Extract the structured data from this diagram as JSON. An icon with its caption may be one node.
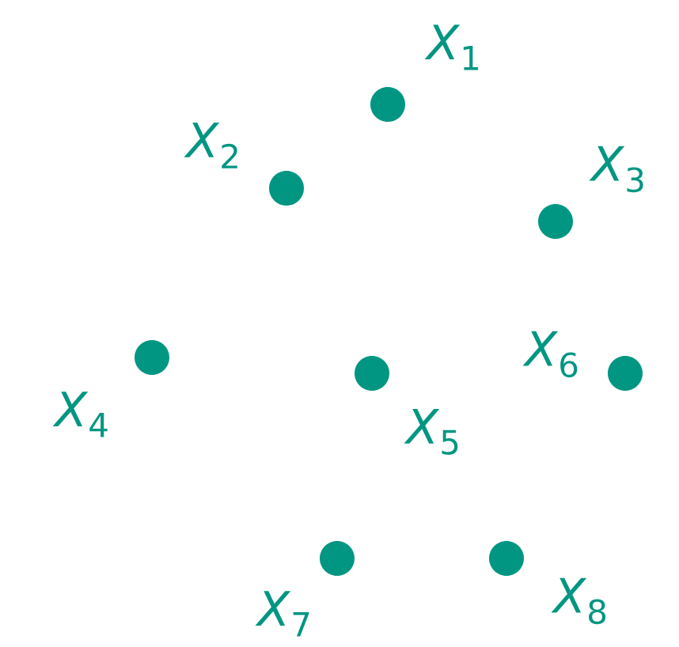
{
  "diagram": {
    "nodes": [
      {
        "text": [
          "*X*$_{1}$"
        ]
      },
      {
        "text": [
          "*X*$_{2}$"
        ]
      },
      {
        "text": [
          "*X*$_{3}$"
        ]
      },
      {
        "text": [
          "*X*$_{4}$"
        ]
      },
      {
        "text": [
          "*X*$_{5}$"
        ]
      },
      {
        "text": [
          "*X*$_{6}$"
        ]
      },
      {
        "text": [
          "*X*$_{7}$"
        ]
      },
      {
        "text": [
          "*X*$_{8}$"
        ]
      }
    ]
  }
}
